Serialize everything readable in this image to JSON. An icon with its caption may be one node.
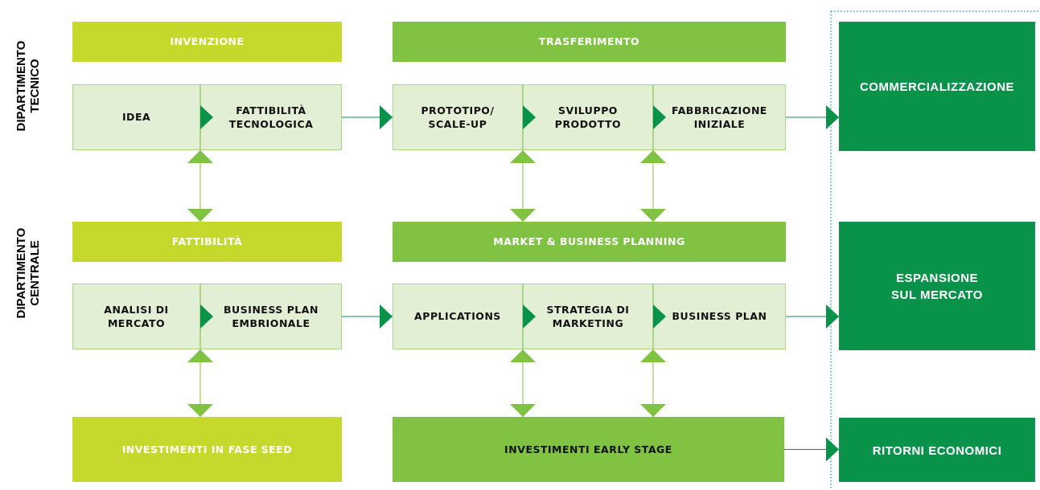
{
  "diagram": {
    "nodes": [
      {
        "text": [
          "INVENZIONE"
        ]
      },
      {
        "text": [
          "TRASFERIMENTO"
        ]
      },
      {
        "text": [
          "COMMERCIALIZZAZIONE"
        ]
      },
      {
        "text": [
          "IDEA"
        ]
      },
      {
        "text": [
          "FATTIBILITÀ TECNOLOGICA"
        ]
      },
      {
        "text": [
          "PROTOTIPO/ SCALE-UP"
        ]
      },
      {
        "text": [
          "SVILUPPO PRODOTTO"
        ]
      },
      {
        "text": [
          "FABBRICAZIONE INIZIALE"
        ]
      },
      {
        "text": [
          "FATTIBILITÀ"
        ]
      },
      {
        "text": [
          "MARKET & BUSINESS PLANNING"
        ]
      },
      {
        "text": [
          "ESPANSIONE SUL MERCATO"
        ]
      },
      {
        "text": [
          "ANALISI DI MERCATO"
        ]
      },
      {
        "text": [
          "BUSINESS PLAN EMBRIONALE"
        ]
      },
      {
        "text": [
          "APPLICATIONS"
        ]
      },
      {
        "text": [
          "STRATEGIA DI MARKETING"
        ]
      },
      {
        "text": [
          "BUSINESS PLAN"
        ]
      },
      {
        "text": [
          "INVESTIMENTI IN FASE SEED"
        ]
      },
      {
        "text": [
          "INVESTIMENTI EARLY STAGE"
        ]
      },
      {
        "text": [
          "RITORNI ECONOMICI"
        ]
      }
    ],
    "edges": [
      {
        "from": 3,
        "to": 4,
        "arrow": "to"
      },
      {
        "from": 4,
        "to": 5,
        "arrow": "to"
      },
      {
        "from": 5,
        "to": 6,
        "arrow": "to"
      },
      {
        "from": 6,
        "to": 7,
        "arrow": "to"
      },
      {
        "from": 7,
        "to": 2,
        "arrow": "to"
      },
      {
        "from": 11,
        "to": 12,
        "arrow": "to"
      },
      {
        "from": 12,
        "to": 13,
        "arrow": "to"
      },
      {
        "from": 13,
        "to": 14,
        "arrow": "to"
      },
      {
        "from": 14,
        "to": 15,
        "arrow": "to"
      },
      {
        "from": 15,
        "to": 10,
        "arrow": "to"
      },
      {
        "from": 17,
        "to": 18,
        "arrow": "to"
      },
      {
        "from": 4,
        "to": 8,
        "arrow": "both",
        "color": "#80c342"
      },
      {
        "from": 6,
        "to": 9,
        "arrow": "both",
        "color": "#80c342"
      },
      {
        "from": 7,
        "to": 9,
        "arrow": "both",
        "color": "#80c342"
      },
      {
        "from": 12,
        "to": 16,
        "arrow": "both",
        "color": "#80c342"
      },
      {
        "from": 14,
        "to": 17,
        "arrow": "both",
        "color": "#80c342"
      },
      {
        "from": 15,
        "to": 17,
        "arrow": "both",
        "color": "#80c342"
      }
    ],
    "labels": [
      "DIPARTIMENTO TECNICO",
      "DIPARTIMENTO CENTRALE"
    ]
  }
}
